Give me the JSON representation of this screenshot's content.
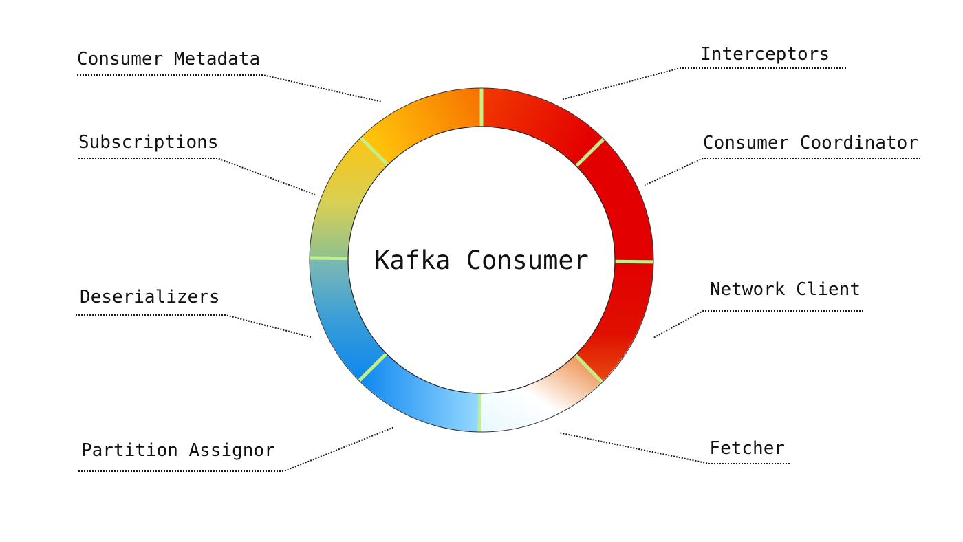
{
  "diagram": {
    "title": "Kafka Consumer",
    "components": [
      {
        "id": "interceptors",
        "label": "Interceptors"
      },
      {
        "id": "consumer-coordinator",
        "label": "Consumer Coordinator"
      },
      {
        "id": "network-client",
        "label": "Network Client"
      },
      {
        "id": "fetcher",
        "label": "Fetcher"
      },
      {
        "id": "partition-assignor",
        "label": "Partition Assignor"
      },
      {
        "id": "deserializers",
        "label": "Deserializers"
      },
      {
        "id": "subscriptions",
        "label": "Subscriptions"
      },
      {
        "id": "consumer-metadata",
        "label": "Consumer Metadata"
      }
    ],
    "ring_colors": {
      "red": "#e30000",
      "orange": "#f77a00",
      "yellow": "#ffc20a",
      "green_grey": "#7fbf9a",
      "blue": "#0d86f0",
      "light_blue": "#8fd6ff",
      "white": "#ffffff",
      "divider": "#bff08a"
    }
  }
}
